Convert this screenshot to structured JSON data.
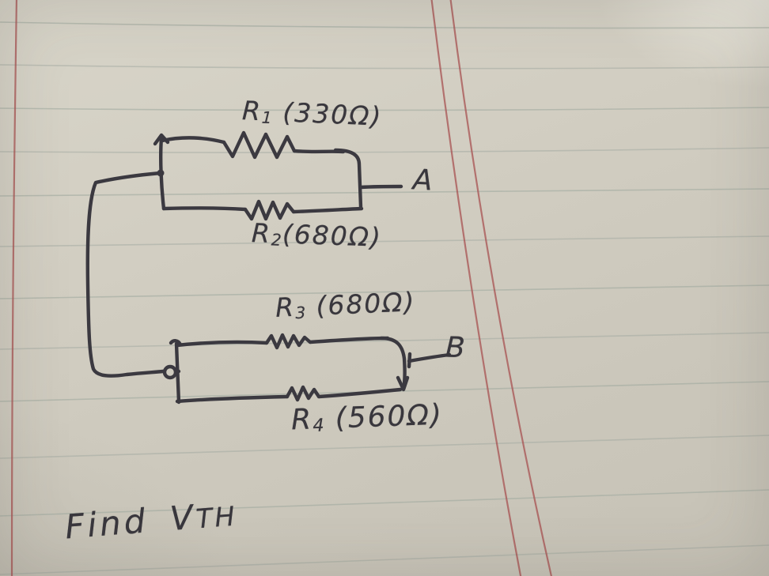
{
  "circuit": {
    "resistors": [
      {
        "name": "R",
        "sub": "1",
        "value": "(330Ω)"
      },
      {
        "name": "R",
        "sub": "2",
        "value": "(680Ω)"
      },
      {
        "name": "R",
        "sub": "3",
        "value": "(680Ω)"
      },
      {
        "name": "R",
        "sub": "4",
        "value": "(560Ω)"
      }
    ],
    "terminals": [
      {
        "label": "A"
      },
      {
        "label": "B"
      }
    ],
    "instruction": {
      "prefix": "Find",
      "symbol": "V",
      "subscript": "TH"
    }
  },
  "colors": {
    "ink": "#3b3940",
    "paper": "#d0ccc0",
    "rule_line": "#9fa89f",
    "margin_red": "#a85252"
  }
}
